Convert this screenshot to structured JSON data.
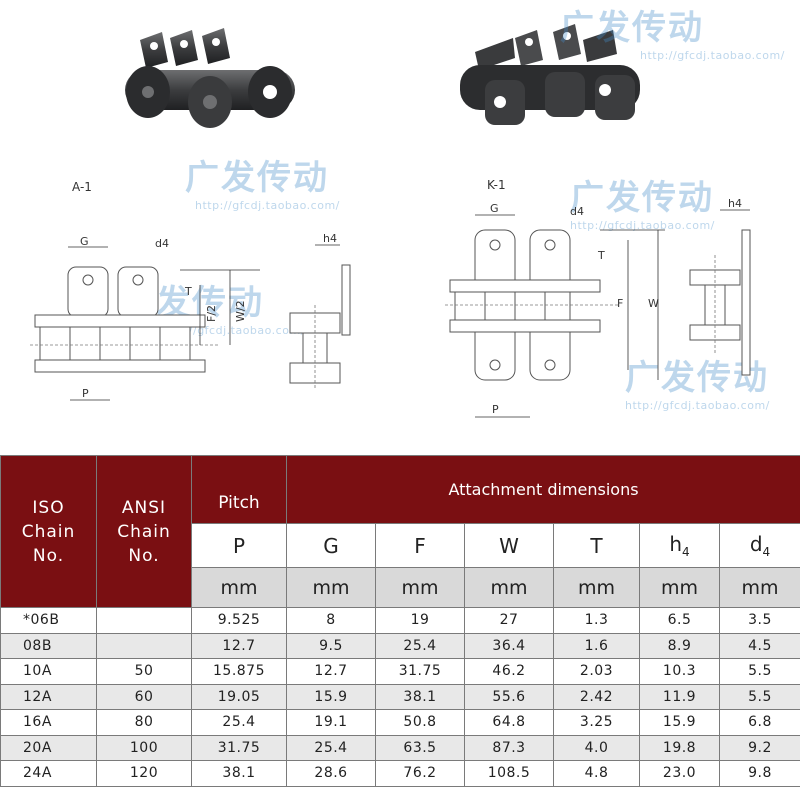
{
  "watermark": {
    "brand": "广发传动",
    "url": "http://gfcdj.taobao.com/"
  },
  "diagrams": {
    "left": {
      "label": "A-1",
      "dims": {
        "G": "G",
        "d4": "d4",
        "T": "T",
        "F2": "F/2",
        "W2": "W/2",
        "P": "P",
        "h4": "h4"
      }
    },
    "right": {
      "label": "K-1",
      "dims": {
        "G": "G",
        "d4": "d4",
        "T": "T",
        "F": "F",
        "W": "W",
        "P": "P",
        "h4": "h4"
      }
    }
  },
  "table": {
    "iso_header": [
      "ISO",
      "Chain",
      "No."
    ],
    "ansi_header": [
      "ANSI",
      "Chain",
      "No."
    ],
    "pitch_header": "Pitch",
    "attachment_header": "Attachment dimensions",
    "columns": [
      "P",
      "G",
      "F",
      "W",
      "T",
      "h",
      "d"
    ],
    "column_subscripts": [
      "",
      "",
      "",
      "",
      "",
      "4",
      "4"
    ],
    "units": [
      "mm",
      "mm",
      "mm",
      "mm",
      "mm",
      "mm",
      "mm"
    ],
    "rows": [
      [
        "*06B",
        "",
        "9.525",
        "8",
        "19",
        "27",
        "1.3",
        "6.5",
        "3.5"
      ],
      [
        "08B",
        "",
        "12.7",
        "9.5",
        "25.4",
        "36.4",
        "1.6",
        "8.9",
        "4.5"
      ],
      [
        "10A",
        "50",
        "15.875",
        "12.7",
        "31.75",
        "46.2",
        "2.03",
        "10.3",
        "5.5"
      ],
      [
        "12A",
        "60",
        "19.05",
        "15.9",
        "38.1",
        "55.6",
        "2.42",
        "11.9",
        "5.5"
      ],
      [
        "16A",
        "80",
        "25.4",
        "19.1",
        "50.8",
        "64.8",
        "3.25",
        "15.9",
        "6.8"
      ],
      [
        "20A",
        "100",
        "31.75",
        "25.4",
        "63.5",
        "87.3",
        "4.0",
        "19.8",
        "9.2"
      ],
      [
        "24A",
        "120",
        "38.1",
        "28.6",
        "76.2",
        "108.5",
        "4.8",
        "23.0",
        "9.8"
      ]
    ]
  }
}
